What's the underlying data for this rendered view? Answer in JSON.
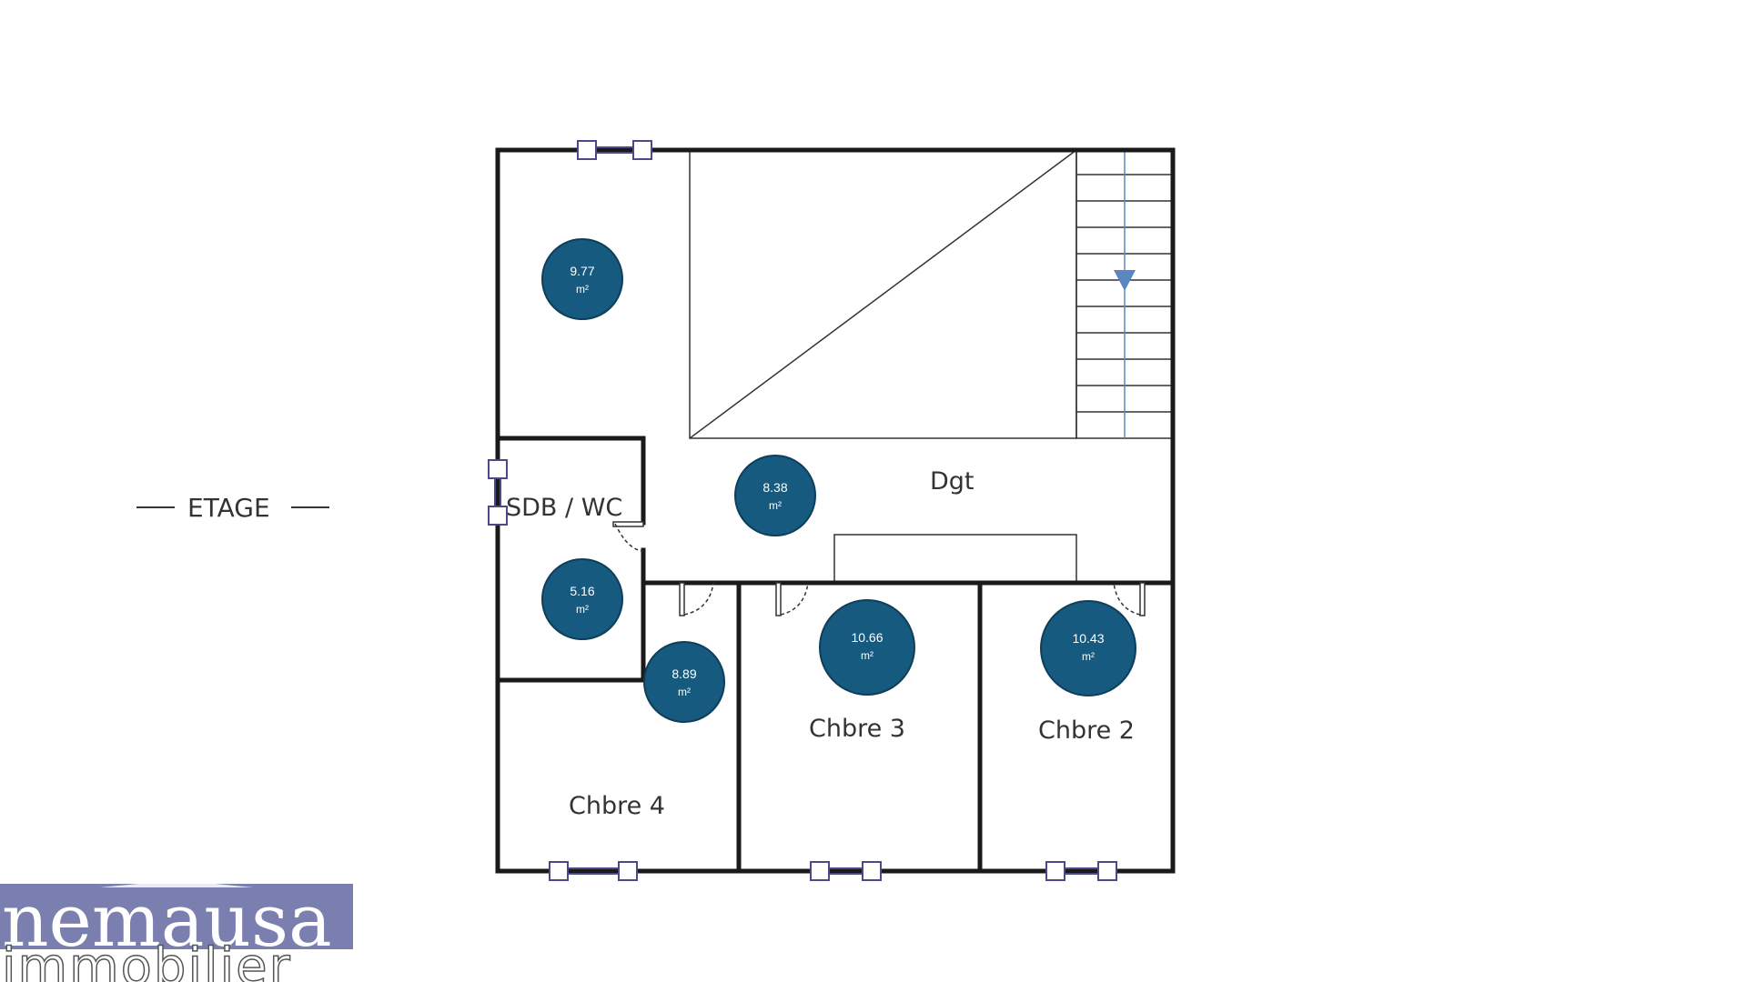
{
  "level": {
    "label": "ETAGE"
  },
  "rooms": {
    "sdb_wc": "SDB / WC",
    "dgt": "Dgt",
    "chbre4": "Chbre 4",
    "chbre3": "Chbre 3",
    "chbre2": "Chbre 2"
  },
  "areas": [
    {
      "value": "9.77",
      "unit": "m²"
    },
    {
      "value": "8.38",
      "unit": "m²"
    },
    {
      "value": "5.16",
      "unit": "m²"
    },
    {
      "value": "8.89",
      "unit": "m²"
    },
    {
      "value": "10.66",
      "unit": "m²"
    },
    {
      "value": "10.43",
      "unit": "m²"
    }
  ],
  "logo": {
    "line1": "nemausa",
    "line2": "immobilier"
  },
  "colors": {
    "area_badge": "#165a80",
    "logo_band": "#7b7fb0",
    "logo_accent": "#e2796b",
    "window": "#4a4a8a",
    "stair_arrow": "#5b86c4"
  }
}
